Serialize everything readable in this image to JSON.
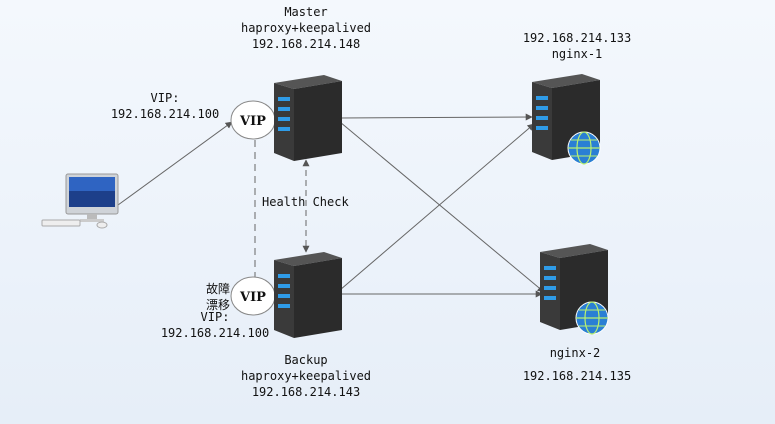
{
  "master": {
    "role": "Master",
    "software": "haproxy+keepalived",
    "ip": "192.168.214.148"
  },
  "backup": {
    "role": "Backup",
    "software": "haproxy+keepalived",
    "ip": "192.168.214.143"
  },
  "vip_top": {
    "badge": "VIP",
    "label": "VIP:",
    "ip": "192.168.214.100"
  },
  "vip_bottom": {
    "badge": "VIP",
    "label": "VIP:",
    "ip": "192.168.214.100",
    "drift_line1": "故障",
    "drift_line2": "漂移"
  },
  "health_check": "Health Check",
  "nginx1": {
    "ip": "192.168.214.133",
    "name": "nginx-1"
  },
  "nginx2": {
    "name": "nginx-2",
    "ip": "192.168.214.135"
  },
  "colors": {
    "line": "#555555",
    "server_body": "#2b2b2b",
    "led": "#2f9ce8",
    "globe": "#2a7fd4"
  }
}
